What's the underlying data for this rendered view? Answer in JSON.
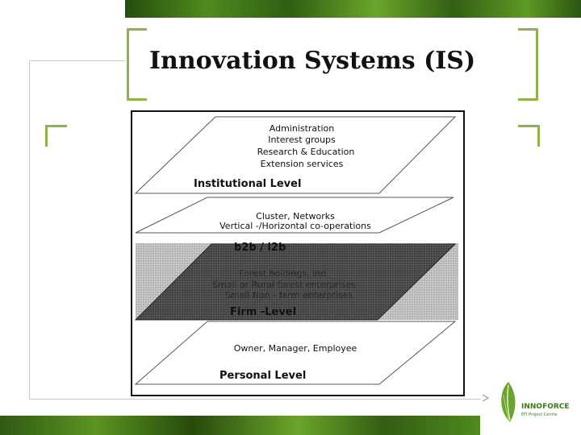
{
  "slide": {
    "title": "Innovation Systems (IS)"
  },
  "diagram": {
    "institutional": {
      "items": [
        "Administration",
        "Interest groups",
        "Research & Education",
        "Extension services"
      ],
      "label": "Institutional Level"
    },
    "networks": {
      "items": [
        "Cluster, Networks",
        "Vertical -/Horizontal co-operations"
      ],
      "label": "b2b / i2b"
    },
    "firm": {
      "items": [
        "Forest holdings, Ind.",
        "Small or Rural forest enterprises",
        "Small Non - farm enterprises"
      ],
      "label": "Firm -Level"
    },
    "personal": {
      "items": [
        "Owner, Manager, Employee"
      ],
      "label": "Personal Level"
    }
  },
  "logo": {
    "name": "INNOFORCE",
    "tagline": "EFI Project Centre"
  },
  "colors": {
    "accent_green": "#8fb24a",
    "banner_green": "#4f8a1e"
  }
}
